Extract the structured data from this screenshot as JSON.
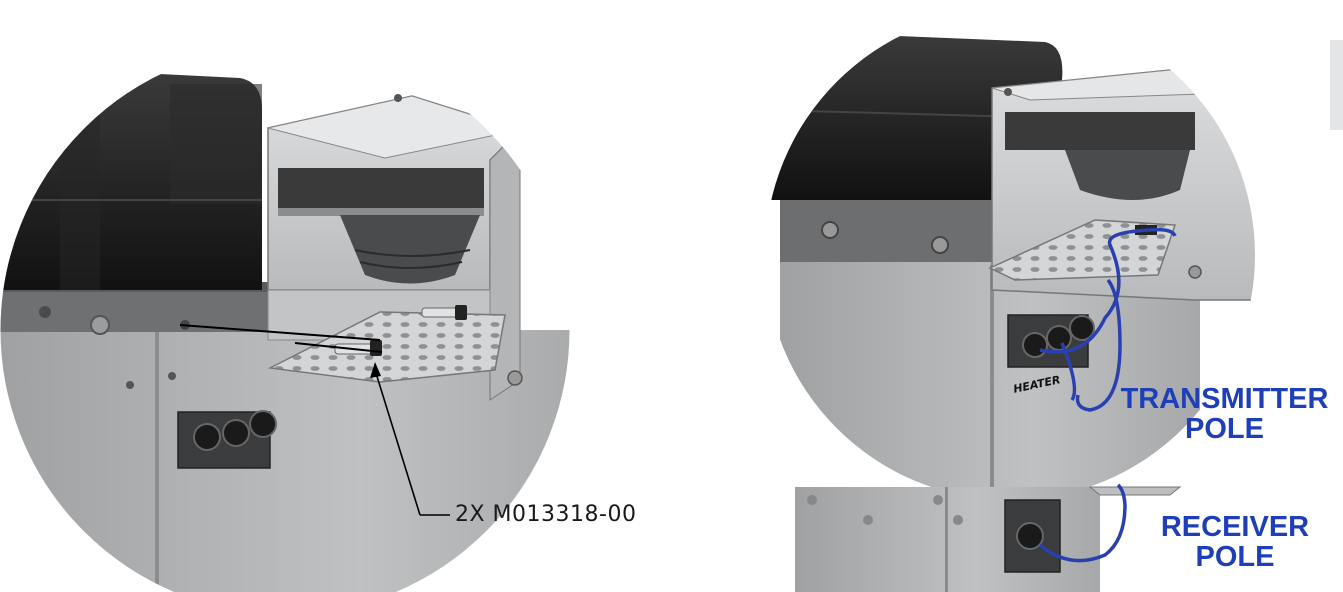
{
  "left_view": {
    "part_callout": "2X M013318-00"
  },
  "right_view": {
    "heater_label": "HEATER",
    "transmitter_pole": {
      "line1": "TRANSMITTER",
      "line2": "POLE"
    },
    "receiver_pole": {
      "line1": "RECEIVER",
      "line2": "POLE"
    }
  },
  "colors": {
    "label_blue": "#1f3fb8",
    "cable_blue": "#2a3fb0",
    "enclosure_black": "#1c1c1c",
    "sheet_metal": "#c9cbcc",
    "pole_gray": "#a9abac"
  }
}
